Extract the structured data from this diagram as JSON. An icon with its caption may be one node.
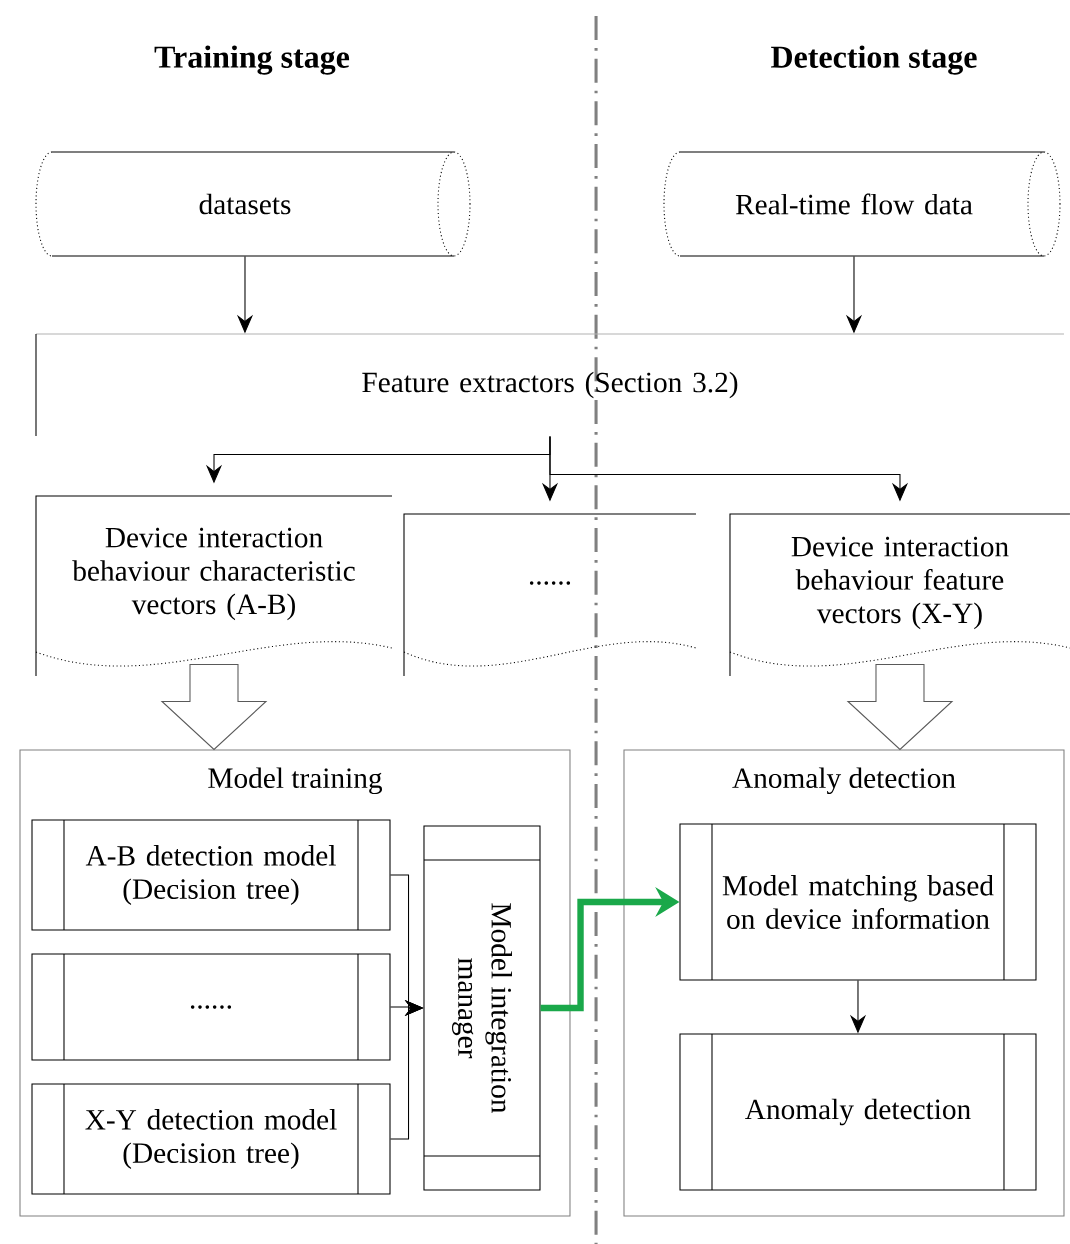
{
  "diagram": {
    "nodes": [
      {
        "text": [
          "datasets"
        ]
      },
      {
        "text": [
          "Real-time flow data"
        ]
      },
      {
        "text": [
          "Feature extractors (Section 3.2)"
        ]
      },
      {
        "text": [
          "Device interaction behaviour characteristic vectors (A-B)"
        ]
      },
      {
        "text": [
          "......"
        ]
      },
      {
        "text": [
          "Device interaction behaviour feature vectors (X-Y)"
        ]
      },
      {
        "text": [
          "Model training"
        ]
      },
      {
        "text": [
          "A-B detection model (Decision tree)"
        ],
        "in": 6
      },
      {
        "text": [
          "......"
        ],
        "in": 6
      },
      {
        "text": [
          "X-Y detection model (Decision tree)"
        ],
        "in": 6
      },
      {
        "text": [
          "Model integration manager"
        ],
        "in": 6
      },
      {
        "text": [
          "Anomaly detection"
        ]
      },
      {
        "text": [
          "Model matching based on device information"
        ],
        "in": 11
      },
      {
        "text": [
          "Anomaly detection"
        ],
        "in": 11
      }
    ],
    "edges": [
      {
        "from": 0,
        "to": 2,
        "arrow": "to"
      },
      {
        "from": 1,
        "to": 2,
        "arrow": "to"
      },
      {
        "from": 2,
        "to": 3,
        "arrow": "to"
      },
      {
        "from": 2,
        "to": 4,
        "arrow": "to"
      },
      {
        "from": 2,
        "to": 5,
        "arrow": "to"
      },
      {
        "from": 3,
        "to": 6,
        "arrow": "to",
        "style": "thick"
      },
      {
        "from": 5,
        "to": 11,
        "arrow": "to",
        "style": "thick"
      },
      {
        "from": 7,
        "to": 10,
        "arrow": "to"
      },
      {
        "from": 8,
        "to": 10,
        "arrow": "to"
      },
      {
        "from": 9,
        "to": 10,
        "arrow": "to"
      },
      {
        "from": 10,
        "to": 12,
        "arrow": "to",
        "style": "thick",
        "color": "#1aa84a"
      },
      {
        "from": 12,
        "to": 13,
        "arrow": "to"
      }
    ],
    "labels": [
      "Training stage",
      "Detection stage"
    ]
  }
}
